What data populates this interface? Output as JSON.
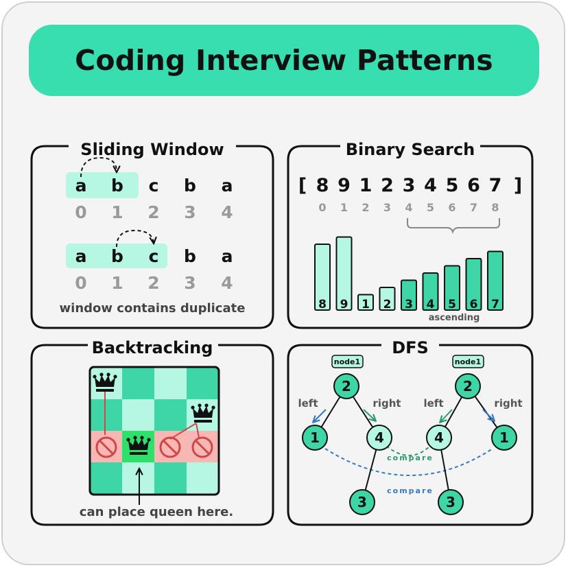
{
  "title": "Coding Interview Patterns",
  "sliding_window": {
    "title": "Sliding Window",
    "row1": {
      "letters": [
        "a",
        "b",
        "c",
        "b",
        "a"
      ],
      "indices": [
        "0",
        "1",
        "2",
        "3",
        "4"
      ]
    },
    "row2": {
      "letters": [
        "a",
        "b",
        "c",
        "b",
        "a"
      ],
      "indices": [
        "0",
        "1",
        "2",
        "3",
        "4"
      ]
    },
    "caption": "window contains duplicate"
  },
  "binary_search": {
    "title": "Binary Search",
    "open_bracket": "[",
    "close_bracket": "]",
    "values": [
      "8",
      "9",
      "1",
      "2",
      "3",
      "4",
      "5",
      "6",
      "7"
    ],
    "indices": [
      "0",
      "1",
      "2",
      "3",
      "4",
      "5",
      "6",
      "7",
      "8"
    ],
    "bar_heights": [
      8,
      9,
      1,
      2,
      3,
      4,
      5,
      6,
      7
    ],
    "caption": "ascending"
  },
  "backtracking": {
    "title": "Backtracking",
    "caption": "can place queen here."
  },
  "dfs": {
    "title": "DFS",
    "tree_left": {
      "tag": "node1",
      "root": "2",
      "left": "1",
      "right": "4",
      "leaf": "3",
      "left_label": "left",
      "right_label": "right"
    },
    "tree_right": {
      "tag": "node1",
      "root": "2",
      "left": "4",
      "right": "1",
      "leaf": "3",
      "left_label": "left",
      "right_label": "right"
    },
    "compare_label": "compare",
    "compare_label_2": "compare"
  },
  "colors": {
    "accent": "#38deb0",
    "light_mint": "#b6f7e3",
    "mid_green": "#3ed6a6",
    "red_cell": "#f7b7b4",
    "red_line": "#d04747",
    "blue_arrow": "#2f7ac9",
    "green_arrow": "#2a9a6e"
  }
}
